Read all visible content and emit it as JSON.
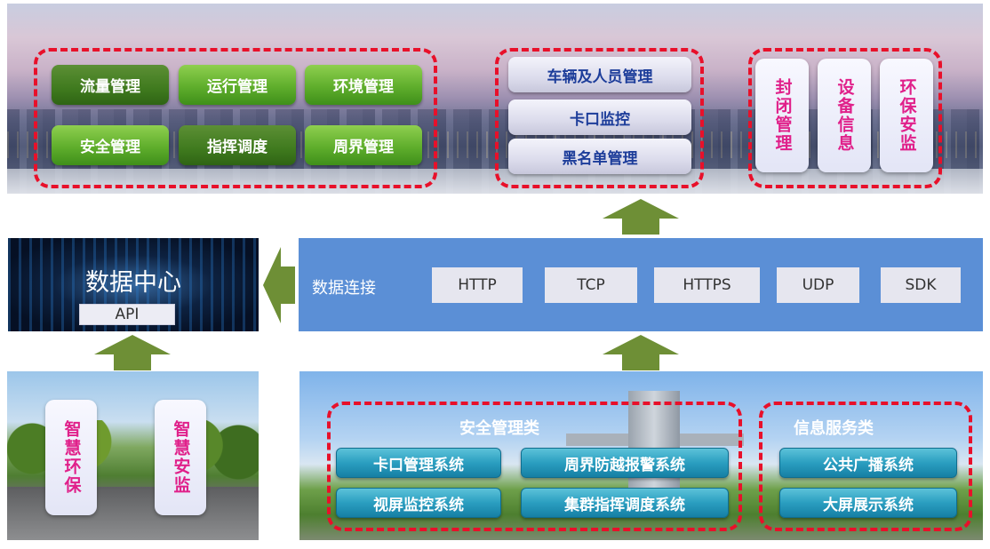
{
  "top": {
    "business_group": [
      "流量管理",
      "运行管理",
      "环境管理",
      "安全管理",
      "指挥调度",
      "周界管理"
    ],
    "checkpoint_group": [
      "车辆及人员管理",
      "卡口监控",
      "黑名单管理"
    ],
    "vertical_group": [
      "封闭管理",
      "设备信息",
      "环保安监"
    ]
  },
  "data_center": {
    "title": "数据中心",
    "api": "API"
  },
  "connection": {
    "label": "数据连接",
    "protocols": [
      "HTTP",
      "TCP",
      "HTTPS",
      "UDP",
      "SDK"
    ]
  },
  "bottom_left": {
    "cards": [
      "智慧环保",
      "智慧安监"
    ]
  },
  "bottom_right": {
    "safety": {
      "title": "安全管理类",
      "items": [
        "卡口管理系统",
        "周界防越报警系统",
        "视屏监控系统",
        "集群指挥调度系统"
      ]
    },
    "info": {
      "title": "信息服务类",
      "items": [
        "公共广播系统",
        "大屏展示系统"
      ]
    }
  },
  "colors": {
    "dash": "#e8102a",
    "conn_bar": "#5b8fd6",
    "arrow": "#6e8f36",
    "vertical_text": "#e0208a",
    "checkpoint_text": "#1d3d9a"
  }
}
